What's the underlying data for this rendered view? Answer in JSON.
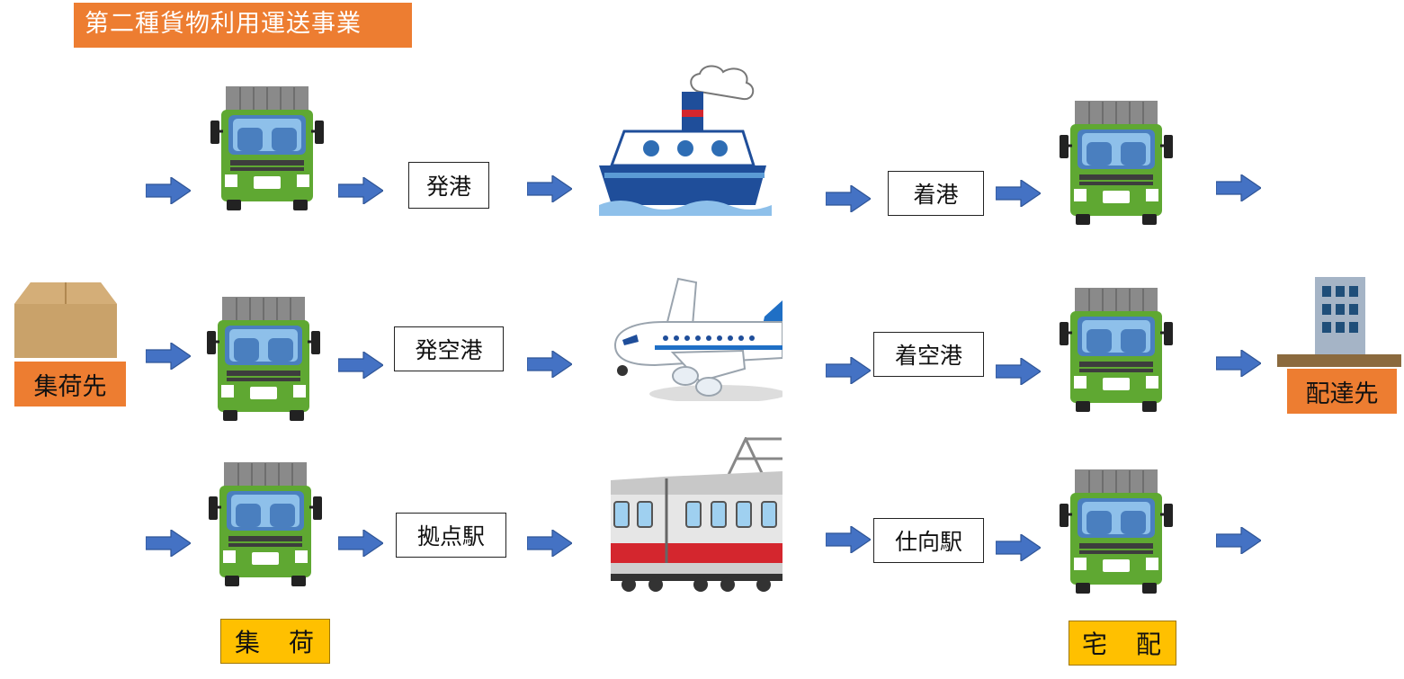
{
  "title": "第二種貨物利用運送事業",
  "rows": [
    {
      "origin_station": "発港",
      "transport_icon": "ship-icon",
      "dest_station": "着港"
    },
    {
      "origin_station": "発空港",
      "transport_icon": "airplane-icon",
      "dest_station": "着空港"
    },
    {
      "origin_station": "拠点駅",
      "transport_icon": "train-icon",
      "dest_station": "仕向駅"
    }
  ],
  "shipper_label": "集荷先",
  "consignee_label": "配達先",
  "pickup_label": "集　荷",
  "delivery_label": "宅　配",
  "colors": {
    "arrow": "#4472C4",
    "title_bg": "#ED7D31",
    "label_yellow": "#FFC000",
    "truck_green": "#5FA832"
  }
}
